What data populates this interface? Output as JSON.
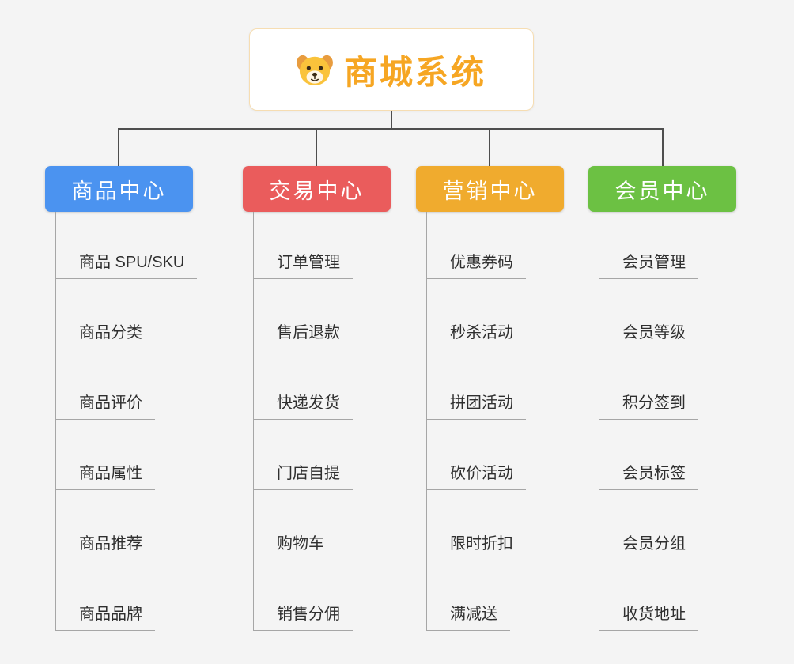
{
  "root": {
    "title": "商城系统",
    "title_color": "#f6a623",
    "icon": "dog-icon"
  },
  "branches": [
    {
      "label": "商品中心",
      "color": "#4b93f0",
      "items": [
        "商品 SPU/SKU",
        "商品分类",
        "商品评价",
        "商品属性",
        "商品推荐",
        "商品品牌"
      ]
    },
    {
      "label": "交易中心",
      "color": "#ea5c5c",
      "items": [
        "订单管理",
        "售后退款",
        "快递发货",
        "门店自提",
        "购物车",
        "销售分佣"
      ]
    },
    {
      "label": "营销中心",
      "color": "#f0ab2e",
      "items": [
        "优惠券码",
        "秒杀活动",
        "拼团活动",
        "砍价活动",
        "限时折扣",
        "满减送"
      ]
    },
    {
      "label": "会员中心",
      "color": "#6cc143",
      "items": [
        "会员管理",
        "会员等级",
        "积分签到",
        "会员标签",
        "会员分组",
        "收货地址"
      ]
    }
  ]
}
